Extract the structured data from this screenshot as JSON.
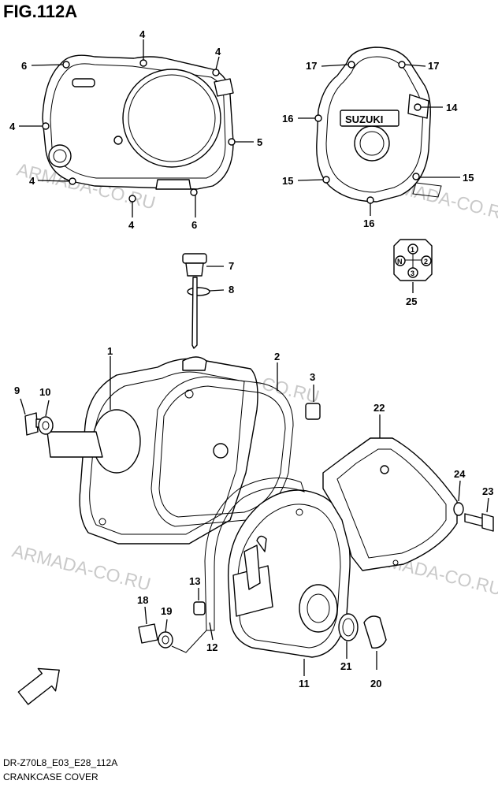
{
  "figure": {
    "title": "FIG.112A",
    "code": "DR-Z70L8_E03_E28_112A",
    "caption": "CRANKCASE COVER",
    "watermark": "ARMADA-CO.RU",
    "direction_marker": "FWD",
    "brand_mark": "SUZUKI",
    "part_numbers": [
      "1",
      "2",
      "3",
      "4",
      "5",
      "6",
      "7",
      "8",
      "9",
      "10",
      "11",
      "12",
      "13",
      "14",
      "15",
      "16",
      "17",
      "18",
      "19",
      "20",
      "21",
      "22",
      "23",
      "24",
      "25"
    ],
    "callouts": {
      "c1": "1",
      "c2": "2",
      "c3": "3",
      "c4a": "4",
      "c4b": "4",
      "c4c": "4",
      "c4d": "4",
      "c4e": "4",
      "c5": "5",
      "c6a": "6",
      "c6b": "6",
      "c7": "7",
      "c8": "8",
      "c9": "9",
      "c10": "10",
      "c11": "11",
      "c12": "12",
      "c13": "13",
      "c14": "14",
      "c15a": "15",
      "c15b": "15",
      "c16a": "16",
      "c16b": "16",
      "c17a": "17",
      "c17b": "17",
      "c18": "18",
      "c19": "19",
      "c20": "20",
      "c21": "21",
      "c22": "22",
      "c23": "23",
      "c24": "24",
      "c25": "25"
    },
    "indicator": {
      "n": "N",
      "p1": "1",
      "p2": "2",
      "p3": "3"
    }
  }
}
